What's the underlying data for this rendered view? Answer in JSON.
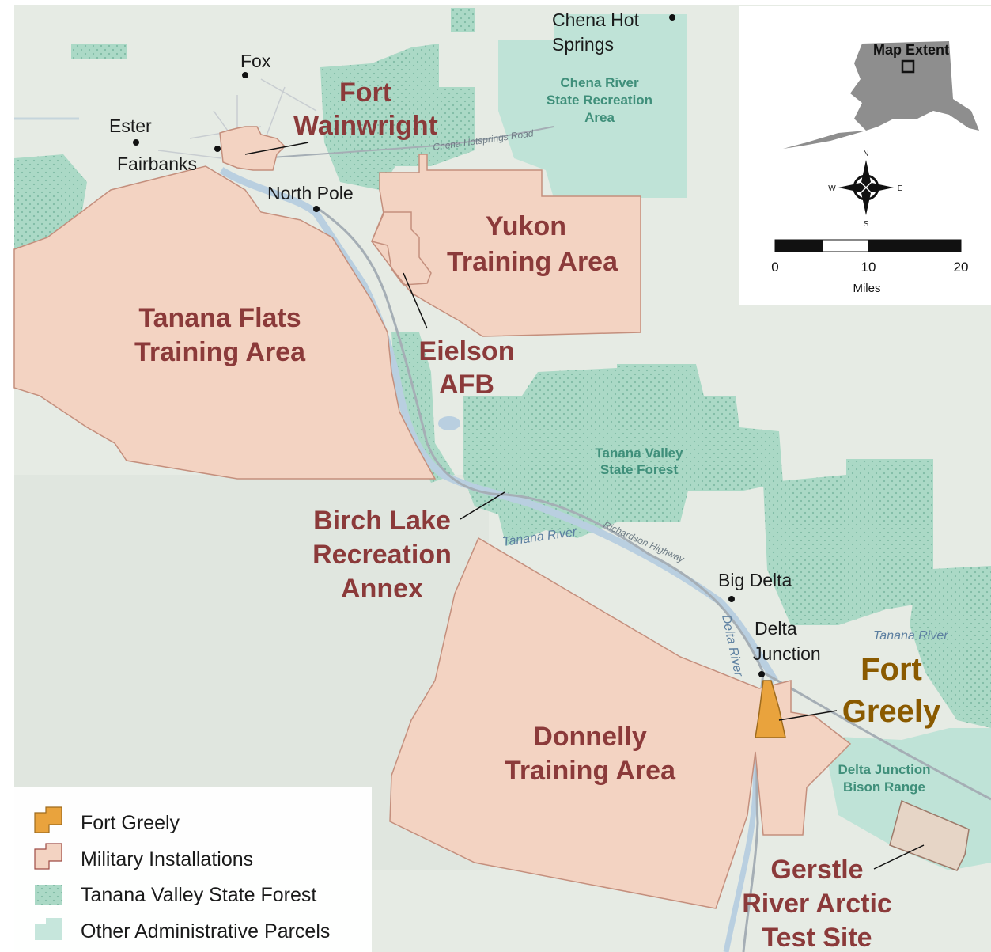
{
  "towns": {
    "fox": "Fox",
    "ester": "Ester",
    "fairbanks": "Fairbanks",
    "north_pole": "North Pole",
    "chena_hot_1": "Chena Hot",
    "chena_hot_2": "Springs",
    "big_delta": "Big Delta",
    "delta_1": "Delta",
    "delta_2": "Junction"
  },
  "installations": {
    "wainwright_1": "Fort",
    "wainwright_2": "Wainwright",
    "yukon_1": "Yukon",
    "yukon_2": "Training Area",
    "tanana_1": "Tanana Flats",
    "tanana_2": "Training Area",
    "eielson_1": "Eielson",
    "eielson_2": "AFB",
    "birch_1": "Birch Lake",
    "birch_2": "Recreation",
    "birch_3": "Annex",
    "donnelly_1": "Donnelly",
    "donnelly_2": "Training Area",
    "greely_1": "Fort",
    "greely_2": "Greely",
    "gerstle_1": "Gerstle",
    "gerstle_2": "River Arctic",
    "gerstle_3": "Test Site"
  },
  "parcels": {
    "chena_1": "Chena River",
    "chena_2": "State Recreation",
    "chena_3": "Area",
    "tvsf_1": "Tanana Valley",
    "tvsf_2": "State Forest",
    "bison_1": "Delta Junction",
    "bison_2": "Bison Range"
  },
  "roads": {
    "chena_road": "Chena Hotsprings Road",
    "richardson": "Richardson Highway"
  },
  "rivers": {
    "tanana_1": "Tanana River",
    "tanana_2": "Tanana River",
    "delta": "Delta River"
  },
  "inset": {
    "map_extent": "Map Extent",
    "n": "N",
    "s": "S",
    "e": "E",
    "w": "W",
    "scale_0": "0",
    "scale_10": "10",
    "scale_20": "20",
    "scale_unit": "Miles"
  },
  "legend": {
    "items": [
      {
        "label": "Fort Greely",
        "color": "#e9a33d"
      },
      {
        "label": "Military Installations",
        "color": "#f3d3c2"
      },
      {
        "label": "Tanana Valley State Forest",
        "color": "#a9d8c5"
      },
      {
        "label": "Other Administrative Parcels",
        "color": "#c6e6dc"
      }
    ]
  },
  "colors": {
    "military": "#f3d3c2",
    "military_stroke": "#9e4b44",
    "greely": "#e9a33d",
    "forest": "#a9d8c5",
    "river": "#b7cfe0",
    "road": "#a5aeb5"
  }
}
